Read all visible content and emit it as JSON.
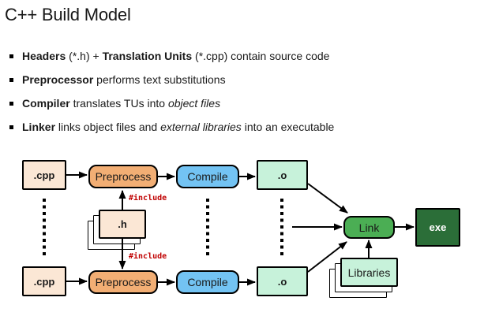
{
  "slide": {
    "title": "C++ Build Model",
    "bullets": [
      {
        "segments": [
          {
            "text": "Headers",
            "style": "bold"
          },
          {
            "text": " (*.h) + ",
            "style": "normal"
          },
          {
            "text": "Translation Units",
            "style": "bold"
          },
          {
            "text": " (*.cpp) contain source code",
            "style": "normal"
          }
        ]
      },
      {
        "segments": [
          {
            "text": "Preprocessor",
            "style": "bold"
          },
          {
            "text": " performs text substitutions",
            "style": "normal"
          }
        ]
      },
      {
        "segments": [
          {
            "text": "Compiler",
            "style": "bold"
          },
          {
            "text": " translates TUs into ",
            "style": "normal"
          },
          {
            "text": "object files",
            "style": "italic"
          }
        ]
      },
      {
        "segments": [
          {
            "text": "Linker",
            "style": "bold"
          },
          {
            "text": " links object files and ",
            "style": "normal"
          },
          {
            "text": "external libraries",
            "style": "italic"
          },
          {
            "text": " into an executable",
            "style": "normal"
          }
        ]
      }
    ]
  },
  "diagram": {
    "nodes": {
      "cpp_top": ".cpp",
      "preprocess_top": "Preprocess",
      "compile_top": "Compile",
      "o_top": ".o",
      "cpp_bottom": ".cpp",
      "preprocess_bottom": "Preprocess",
      "compile_bottom": "Compile",
      "o_bottom": ".o",
      "h_stack": ".h",
      "libraries": "Libraries",
      "link": "Link",
      "exe": "exe"
    },
    "labels": {
      "include_top": "#include",
      "include_bottom": "#include"
    },
    "colors": {
      "source_fill": "#FBE7D5",
      "preprocess_fill": "#F2AE74",
      "compile_fill": "#73C3F3",
      "object_fill": "#C7F2DA",
      "link_fill": "#4BAE54",
      "exe_fill": "#2B6E38",
      "include_text": "#C00000",
      "border": "#000000"
    }
  }
}
